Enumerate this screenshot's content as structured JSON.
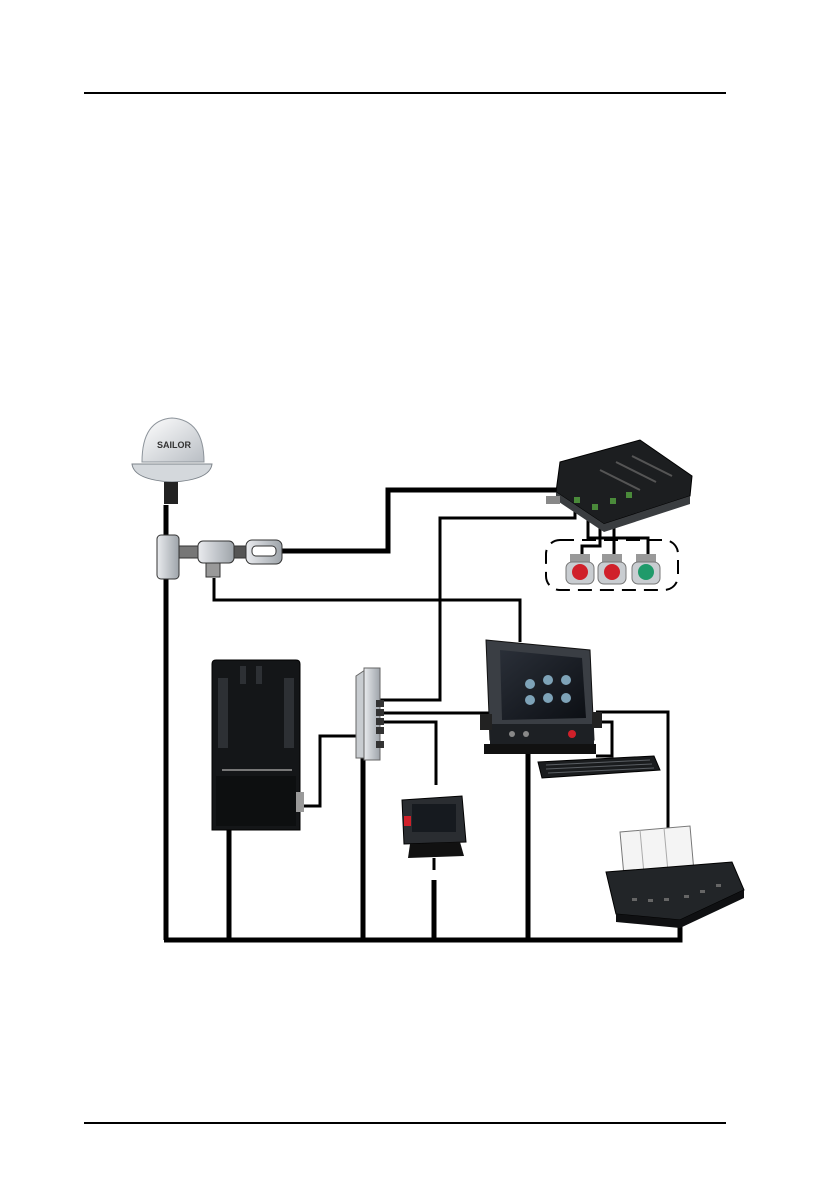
{
  "page": {
    "header_rule": true,
    "footer_rule": true
  },
  "diagram": {
    "antenna_brand": "SAILOR",
    "devices": [
      {
        "id": "antenna",
        "icon": "satellite-antenna-icon"
      },
      {
        "id": "junction_box",
        "icon": "junction-box-icon"
      },
      {
        "id": "alarm_panel",
        "icon": "alarm-buttons-icon",
        "buttons": [
          "red",
          "red",
          "green"
        ]
      },
      {
        "id": "terminal",
        "icon": "power-supply-icon"
      },
      {
        "id": "switch",
        "icon": "ethernet-switch-icon"
      },
      {
        "id": "display",
        "icon": "touch-display-icon"
      },
      {
        "id": "keyboard",
        "icon": "keyboard-icon"
      },
      {
        "id": "handset",
        "icon": "small-display-icon"
      },
      {
        "id": "printer",
        "icon": "printer-icon"
      }
    ],
    "colors": {
      "cable": "#000000",
      "alarm_red": "#d0202a",
      "alarm_green": "#1f9a6a"
    }
  }
}
